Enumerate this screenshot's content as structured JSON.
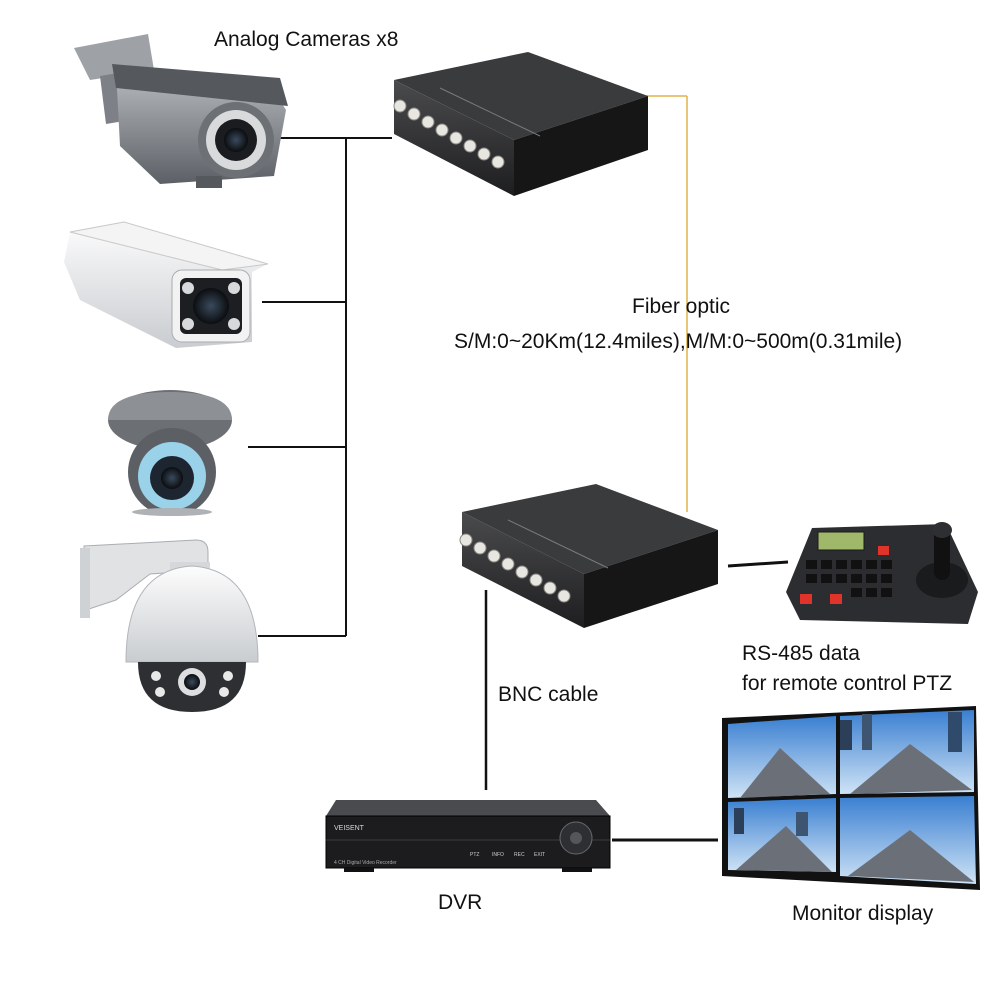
{
  "labels": {
    "cameras": "Analog Cameras x8",
    "fiber_title": "Fiber optic",
    "fiber_spec": "S/M:0~20Km(12.4miles),M/M:0~500m(0.31mile)",
    "bnc_cable": "BNC cable",
    "rs485_line1": "RS-485 data",
    "rs485_line2": "for remote control PTZ",
    "dvr": "DVR",
    "monitor": "Monitor display"
  },
  "devices": {
    "dvr_brand": "VEISENT",
    "dvr_model": "4 CH Digital Video Recorder",
    "dvr_buttons": [
      "PTZ",
      "INFO",
      "REC",
      "EXIT"
    ]
  },
  "colors": {
    "fiber": "#e2b24a",
    "wire": "#111111",
    "device_body": "#2a2a2a",
    "bnc": "#e8e6e1"
  }
}
